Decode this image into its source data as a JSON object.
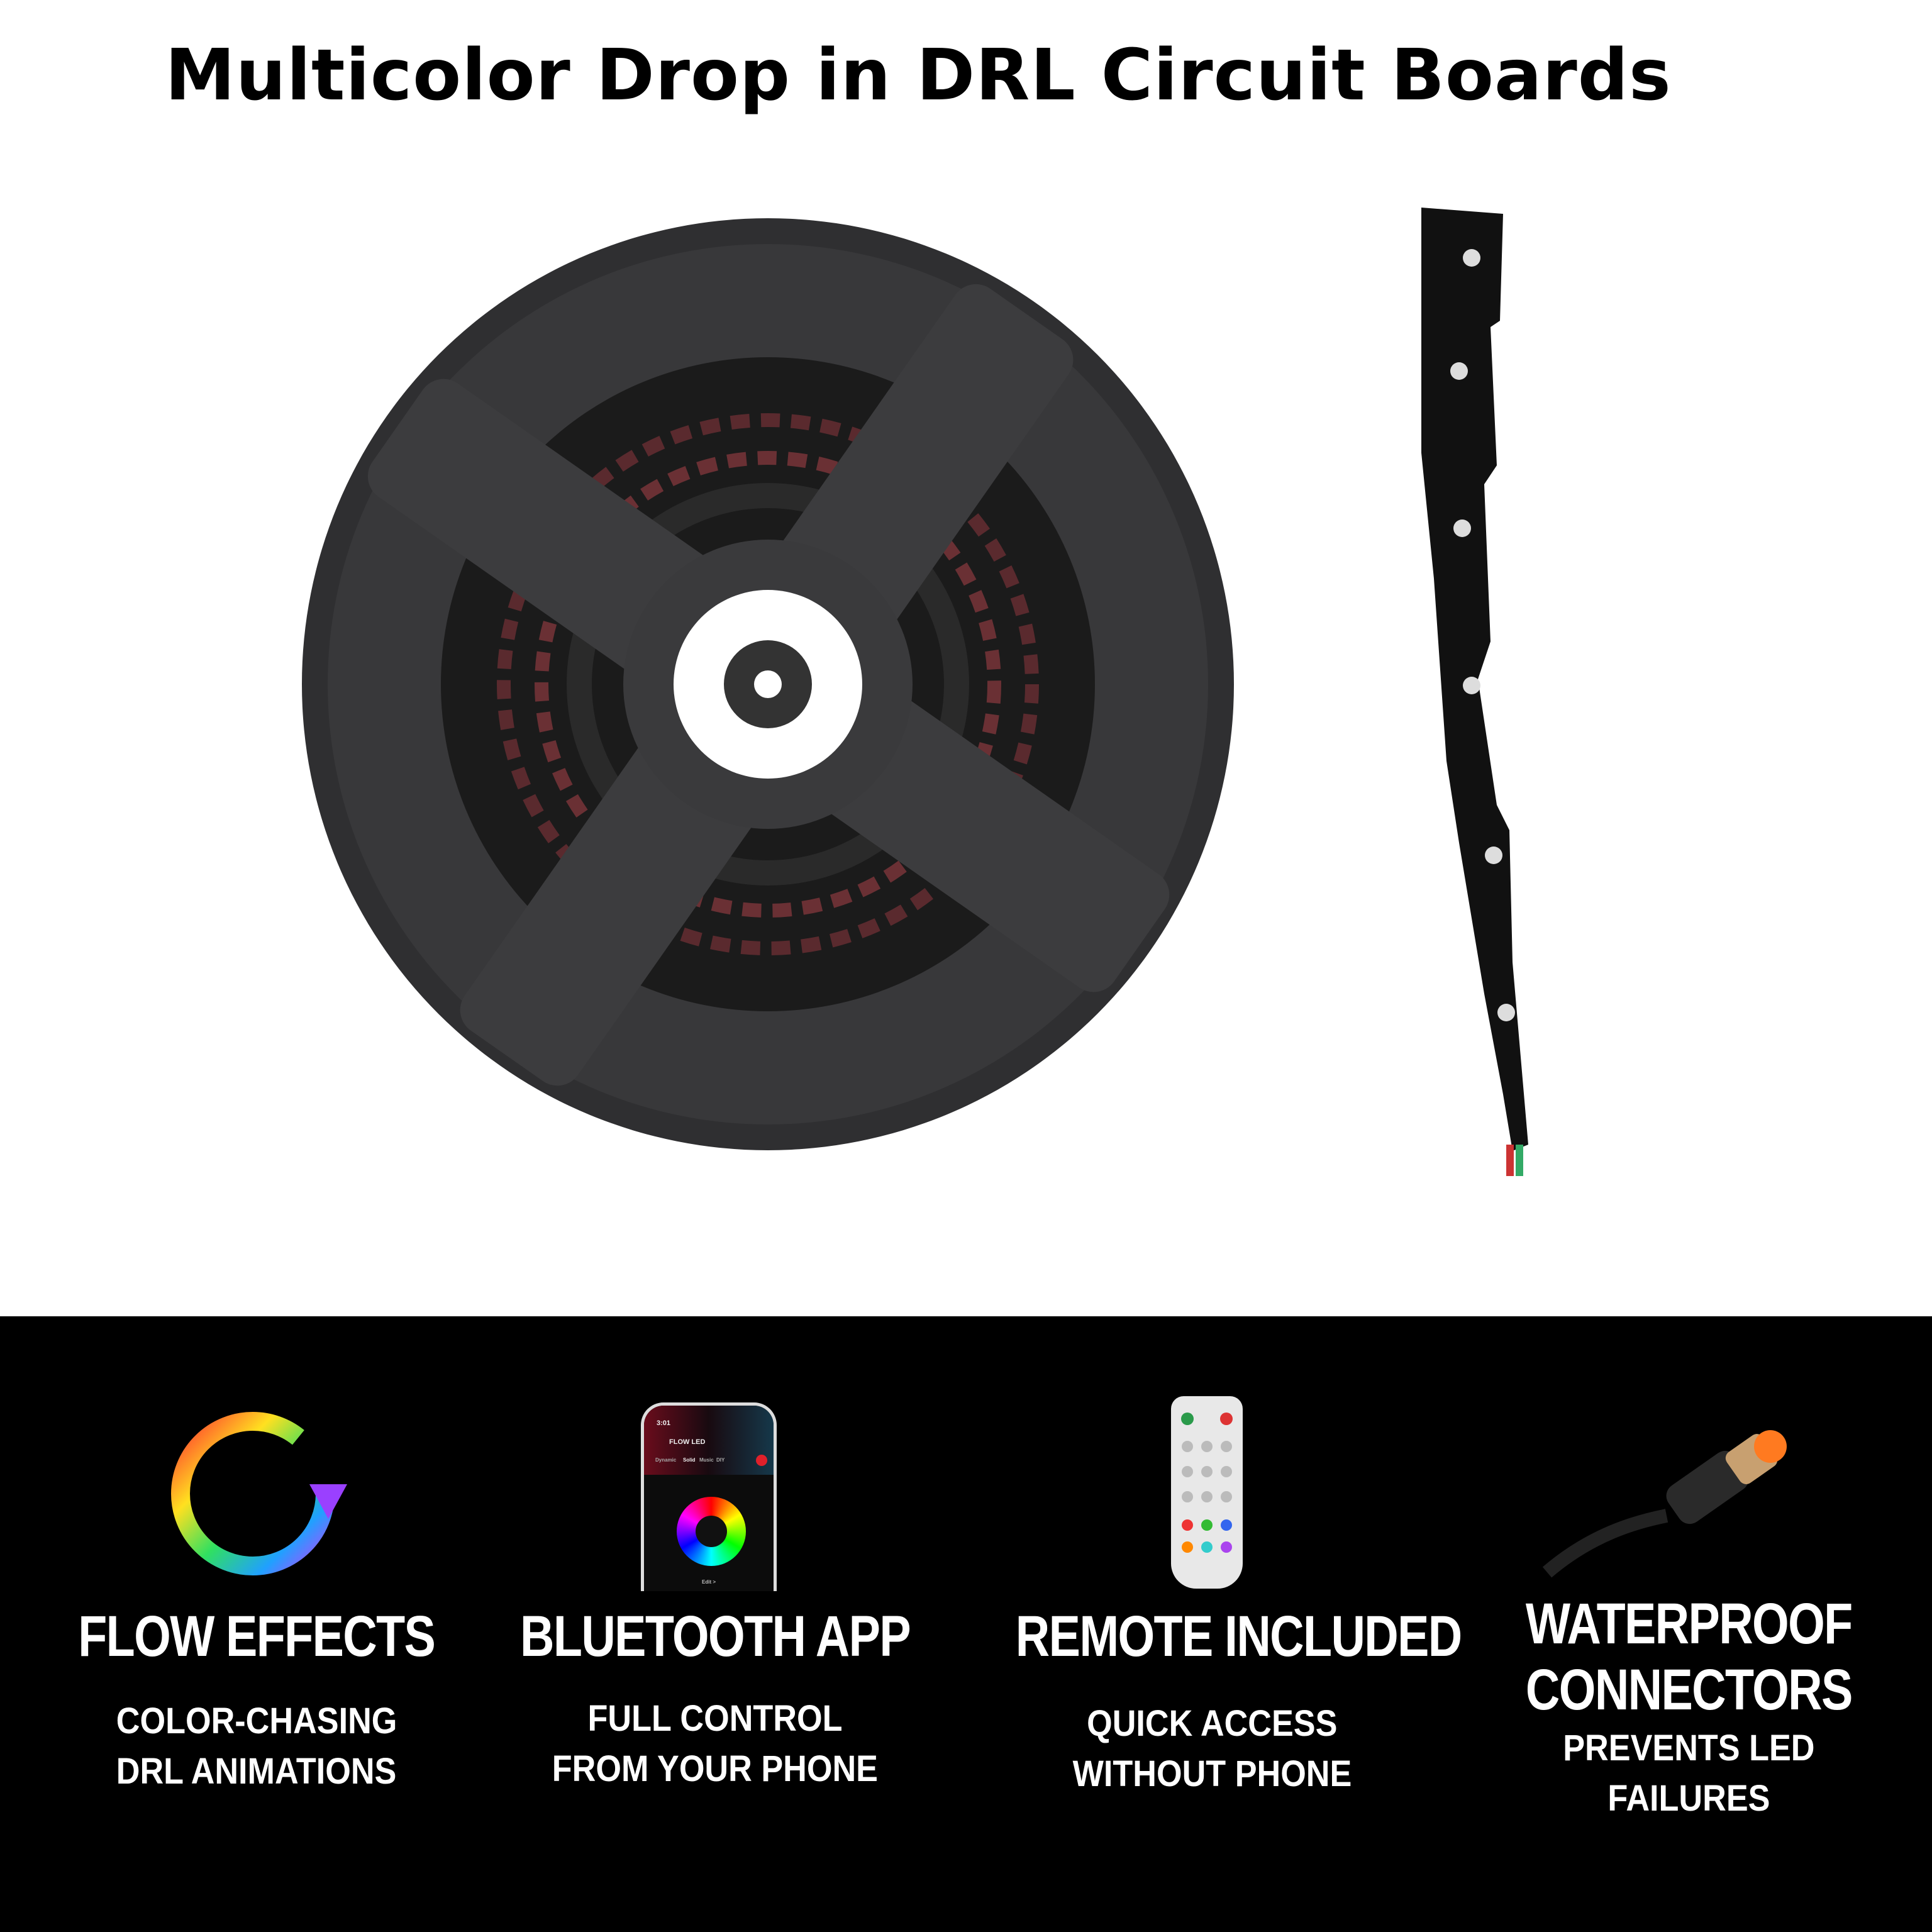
{
  "title": "Multicolor Drop in DRL Circuit Boards",
  "features": [
    {
      "heading": "FLOW EFFECTS",
      "lines": [
        "COLOR-CHASING",
        "DRL ANIMATIONS"
      ],
      "icon": "color-cycle-icon"
    },
    {
      "heading": "BLUETOOTH APP",
      "lines": [
        "FULL CONTROL",
        "FROM YOUR PHONE"
      ],
      "icon": "phone-app-icon"
    },
    {
      "heading": "REMOTE INCLUDED",
      "lines": [
        "QUICK ACCESS",
        "WITHOUT PHONE"
      ],
      "icon": "remote-icon"
    },
    {
      "heading_lines": [
        "WATERPROOF",
        "CONNECTORS"
      ],
      "lines": [
        "PREVENTS LED",
        "FAILURES"
      ],
      "icon": "connector-icon"
    }
  ],
  "phone": {
    "time": "3:01",
    "app_title": "FLOW LED",
    "tabs": [
      "Dynamic",
      "Solid",
      "Music",
      "DIY"
    ],
    "edit": "Edit >"
  },
  "colors": {
    "band": "#000000",
    "reel": "#3a3a3c",
    "accent_red": "#e0202a"
  }
}
